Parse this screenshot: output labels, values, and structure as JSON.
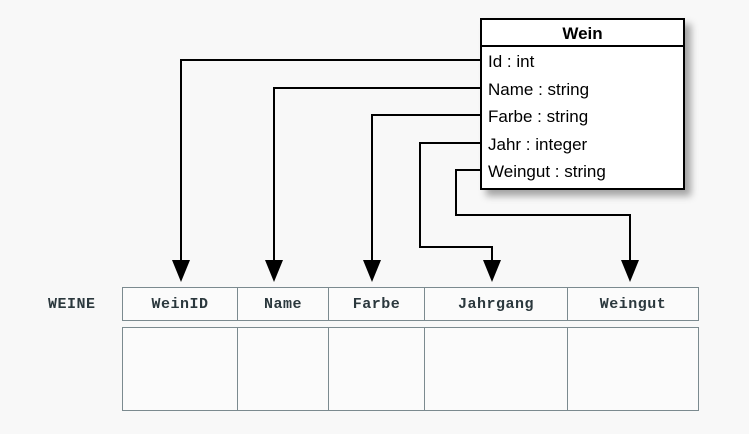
{
  "diagram": {
    "type": "uml-to-relational-mapping",
    "background_color": "#f8f8f8"
  },
  "class_box": {
    "name": "Wein",
    "attributes": [
      {
        "label": "Id : int",
        "field": "Id",
        "type": "int"
      },
      {
        "label": "Name : string",
        "field": "Name",
        "type": "string"
      },
      {
        "label": "Farbe : string",
        "field": "Farbe",
        "type": "string"
      },
      {
        "label": "Jahr : integer",
        "field": "Jahr",
        "type": "integer"
      },
      {
        "label": "Weingut : string",
        "field": "Weingut",
        "type": "string"
      }
    ],
    "border_color": "#000000",
    "fill_color": "#ffffff"
  },
  "relational_table": {
    "label": "WEINE",
    "columns": [
      "WeinID",
      "Name",
      "Farbe",
      "Jahrgang",
      "Weingut"
    ],
    "rows": [
      [
        "",
        "",
        "",
        "",
        ""
      ]
    ],
    "border_color": "#7b8a8f",
    "text_color": "#2b383d"
  },
  "connectors": [
    {
      "from": "Id",
      "to": "WeinID",
      "style": "orthogonal-arrow"
    },
    {
      "from": "Name",
      "to": "Name",
      "style": "orthogonal-arrow"
    },
    {
      "from": "Farbe",
      "to": "Farbe",
      "style": "orthogonal-arrow"
    },
    {
      "from": "Jahr",
      "to": "Jahrgang",
      "style": "orthogonal-arrow"
    },
    {
      "from": "Weingut",
      "to": "Weingut",
      "style": "orthogonal-arrow"
    }
  ]
}
